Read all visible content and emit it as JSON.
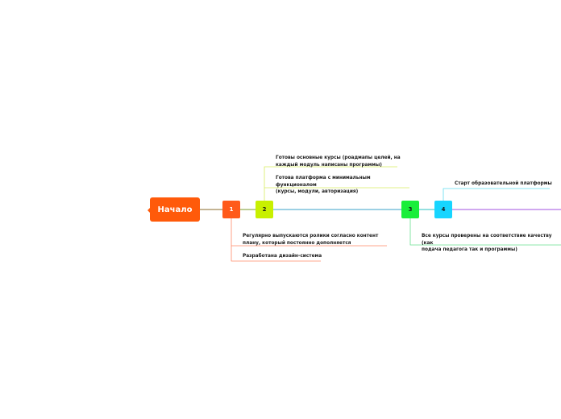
{
  "diagram": {
    "root": {
      "label": "Начало",
      "color": "#ff5a0a"
    },
    "milestones": [
      {
        "label": "1",
        "color": "#ff5a1a"
      },
      {
        "label": "2",
        "color": "#c8f000"
      },
      {
        "label": "3",
        "color": "#1aee3a"
      },
      {
        "label": "4",
        "color": "#17d5ff"
      }
    ],
    "leaves": {
      "m1_a": "Регулярно выпускаются ролики согласно контент\nплану, который постоянно дополняется",
      "m1_b": "Разработана дизайн-система",
      "m2_a": "Готовы основные курсы (роадмапы целей, на\nкаждый модуль написаны программы)",
      "m2_b": "Готова платформа с минимальным функционалом\n(курсы, модули, авторизация)",
      "m3_a": "Все курсы проверены на соответствие качеству (как\nподача педагога так и программы)",
      "m4_a": "Старт образовательной платформы"
    },
    "connector_colors": {
      "root_to_1": "#8a6a2a",
      "one_to_two": "#7a9a2a",
      "two_to_three": "#3aa0c8",
      "three_to_four": "#2ac0c0",
      "four_onward": "#a050e0",
      "m1_branch": "#ff8a6a",
      "m2_branch": "#d8ec60",
      "m3_branch": "#6ae090",
      "m4_branch": "#60dcf0"
    }
  }
}
